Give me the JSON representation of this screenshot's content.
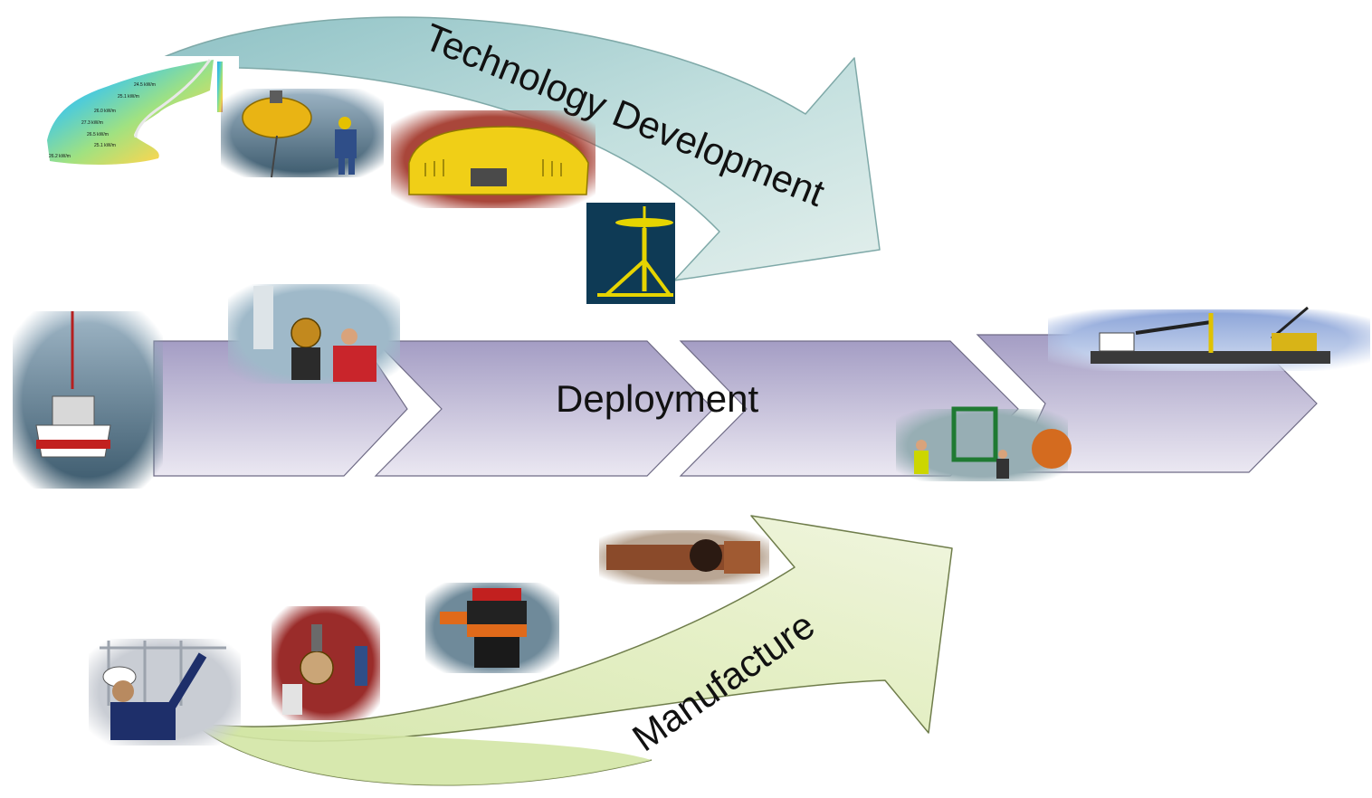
{
  "diagram": {
    "technology_label": "Technology Development",
    "deployment_label": "Deployment",
    "manufacture_label": "Manufacture",
    "colors": {
      "technology_arrow_start": "#a9d1d3",
      "technology_arrow_end": "#dcecea",
      "deployment_chevron_top": "#a8a1c6",
      "deployment_chevron_bottom": "#e6e2ef",
      "manufacture_arrow_start": "#e9f1cd",
      "manufacture_arrow_end": "#cfe3a4"
    },
    "photos": {
      "wave_resource_map": {
        "description_icon": "heatmap-icon",
        "values": [
          "24.5 kW/m",
          "25.1 kW/m",
          "26.0 kW/m",
          "27.3 kW/m",
          "26.5 kW/m",
          "25.1 kW/m",
          "26.2 kW/m"
        ]
      },
      "yellow_buoy": {
        "icon": "buoy-icon"
      },
      "yellow_device": {
        "icon": "wave-device-icon"
      },
      "tidal_turbine": {
        "icon": "tidal-turbine-icon"
      },
      "survey_boat": {
        "icon": "boat-icon"
      },
      "divers": {
        "icon": "diver-icon"
      },
      "crane_barge": {
        "icon": "crane-barge-icon"
      },
      "deck_crew": {
        "icon": "deck-crew-icon"
      },
      "steel_pipes": {
        "icon": "pipe-icon"
      },
      "buoy_in_water": {
        "icon": "buoy-icon"
      },
      "workshop": {
        "icon": "workshop-icon"
      },
      "engineer": {
        "icon": "engineer-icon"
      }
    }
  }
}
